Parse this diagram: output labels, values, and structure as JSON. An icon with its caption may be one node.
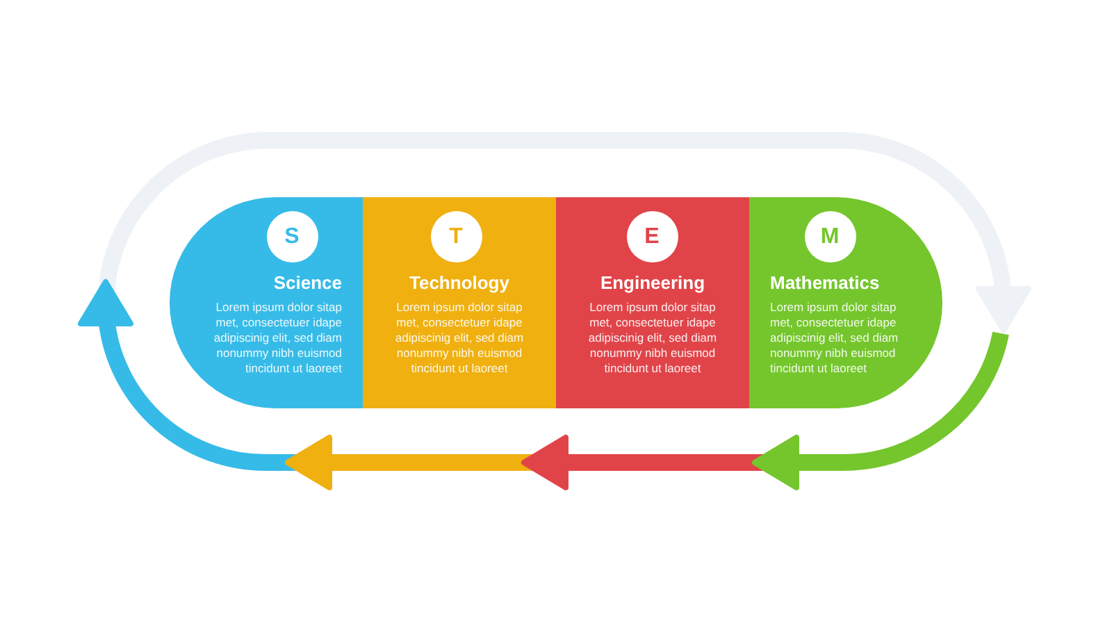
{
  "diagram": {
    "nodes": [
      {
        "text": [
          "Science",
          "Lorem ipsum dolor sitap met, consectetuer idape adipiscinig elit, sed diam nonummy nibh euismod tincidunt ut laoreet"
        ]
      },
      {
        "text": [
          "S"
        ],
        "in": 0
      },
      {
        "text": [
          "Technology",
          "Lorem ipsum dolor sitap met, consectetuer idape adipiscinig elit, sed diam nonummy nibh euismod tincidunt ut laoreet"
        ]
      },
      {
        "text": [
          "T"
        ],
        "in": 2
      },
      {
        "text": [
          "Engineering",
          "Lorem ipsum dolor sitap met, consectetuer idape adipiscinig elit, sed diam nonummy nibh euismod tincidunt ut laoreet"
        ]
      },
      {
        "text": [
          "E"
        ],
        "in": 4
      },
      {
        "text": [
          "Mathematics",
          "Lorem ipsum dolor sitap met, consectetuer idape adipiscinig elit, sed diam nonummy nibh euismod tincidunt ut laoreet"
        ]
      },
      {
        "text": [
          "M"
        ],
        "in": 6
      }
    ]
  }
}
